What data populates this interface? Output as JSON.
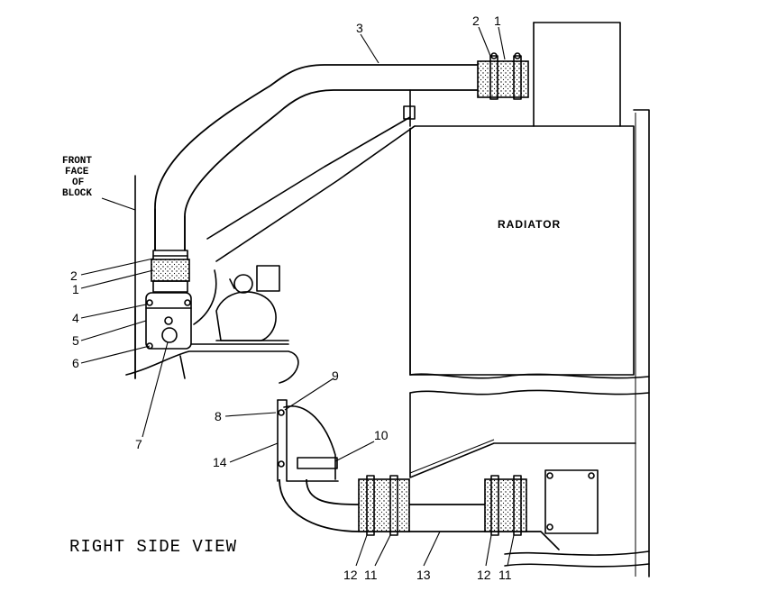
{
  "view_title": "RIGHT SIDE VIEW",
  "radiator_label": "RADIATOR",
  "front_face_note": [
    "FRONT",
    "FACE",
    "OF",
    "BLOCK"
  ],
  "callouts": [
    "1",
    "2",
    "3",
    "4",
    "5",
    "6",
    "7",
    "8",
    "9",
    "10",
    "11",
    "12",
    "13",
    "14"
  ]
}
